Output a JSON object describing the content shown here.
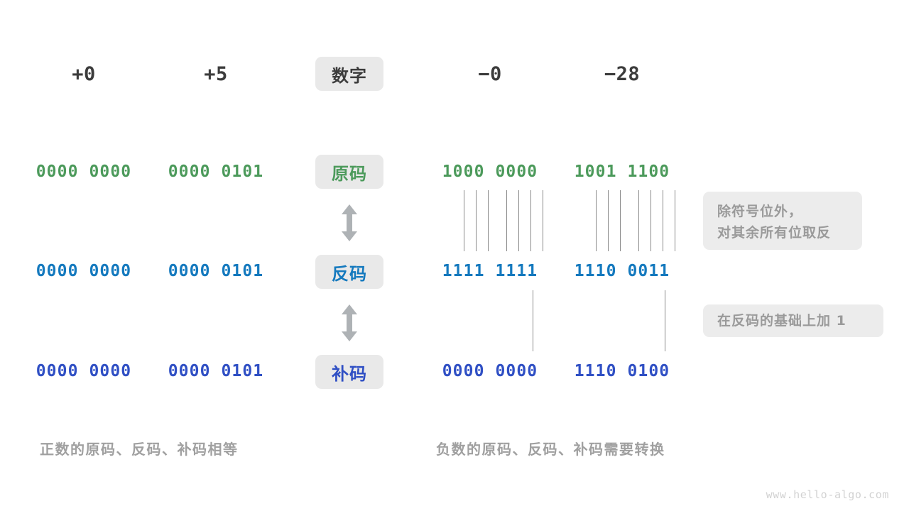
{
  "diagram": {
    "type": "signed-integer-representation",
    "columns": [
      {
        "id": "pos-zero",
        "header": "+0"
      },
      {
        "id": "pos-five",
        "header": "+5"
      },
      {
        "id": "neg-zero",
        "header": "−0"
      },
      {
        "id": "neg-28",
        "header": "−28"
      }
    ],
    "header_badge": "数字",
    "rows": [
      {
        "id": "true-form",
        "badge": "原码",
        "color": "#4c9a5b",
        "values": {
          "pos-zero": "0000 0000",
          "pos-five": "0000 0101",
          "neg-zero": "1000 0000",
          "neg-28": "1001 1100"
        }
      },
      {
        "id": "ones-complement",
        "badge": "反码",
        "color": "#1479be",
        "values": {
          "pos-zero": "0000 0000",
          "pos-five": "0000 0101",
          "neg-zero": "1111 1111",
          "neg-28": "1110 0011"
        }
      },
      {
        "id": "twos-complement",
        "badge": "补码",
        "color": "#2f4fc4",
        "values": {
          "pos-zero": "0000 0000",
          "pos-five": "0000 0101",
          "neg-zero": "0000 0000",
          "neg-28": "1110 0100"
        }
      }
    ],
    "notes": [
      {
        "id": "invert-note",
        "line1": "除符号位外，",
        "line2": "对其余所有位取反"
      },
      {
        "id": "add-one-note",
        "line1": "在反码的基础上加  1"
      }
    ],
    "captions": {
      "left": "正数的原码、反码、补码相等",
      "right": "负数的原码、反码、补码需要转换"
    },
    "watermark": "www.hello-algo.com",
    "colors": {
      "true_form": "#4c9a5b",
      "ones_complement": "#1479be",
      "twos_complement": "#2f4fc4",
      "badge_bg": "#e9e9e9",
      "note_bg": "#ececec",
      "note_text": "#9a9a9a",
      "connector": "#8a8a8a",
      "arrow": "#aeb2b5",
      "header_text": "#3c3c3c",
      "caption_text": "#a0a0a0",
      "background": "#ffffff"
    }
  }
}
